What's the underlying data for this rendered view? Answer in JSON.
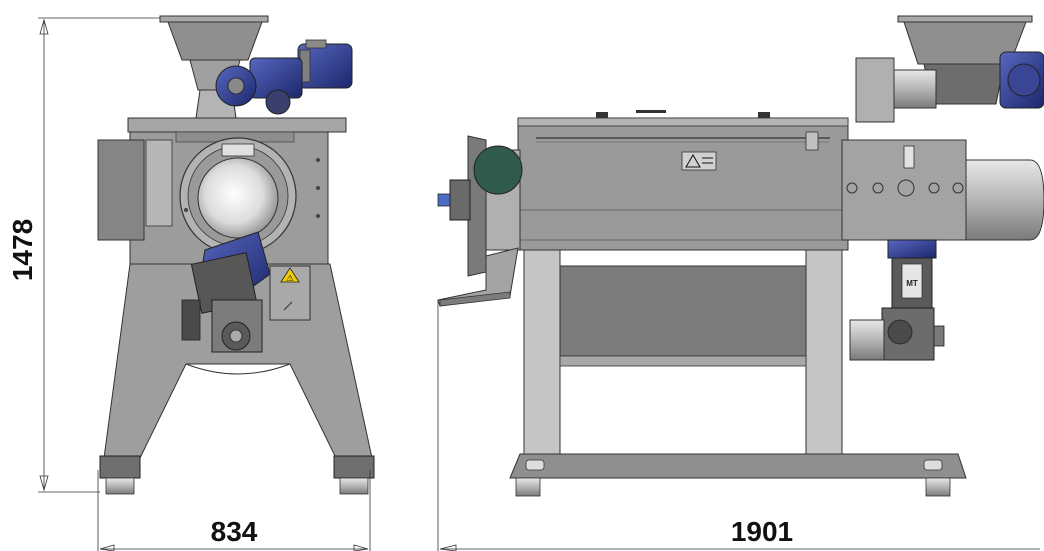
{
  "dimensions": {
    "height_label": "1478",
    "front_width_label": "834",
    "side_length_label": "1901"
  },
  "warning_symbol": "⚠",
  "motor_plate_text": "MT",
  "colors": {
    "body_gray": "#9a9a9a",
    "body_dark": "#7c7c7c",
    "motor_blue": "#2c3a8c",
    "motor_blue_light": "#4a5bb3",
    "green_housing": "#2f5a4c",
    "steel_light": "#d9d9d9",
    "line": "#333333"
  }
}
